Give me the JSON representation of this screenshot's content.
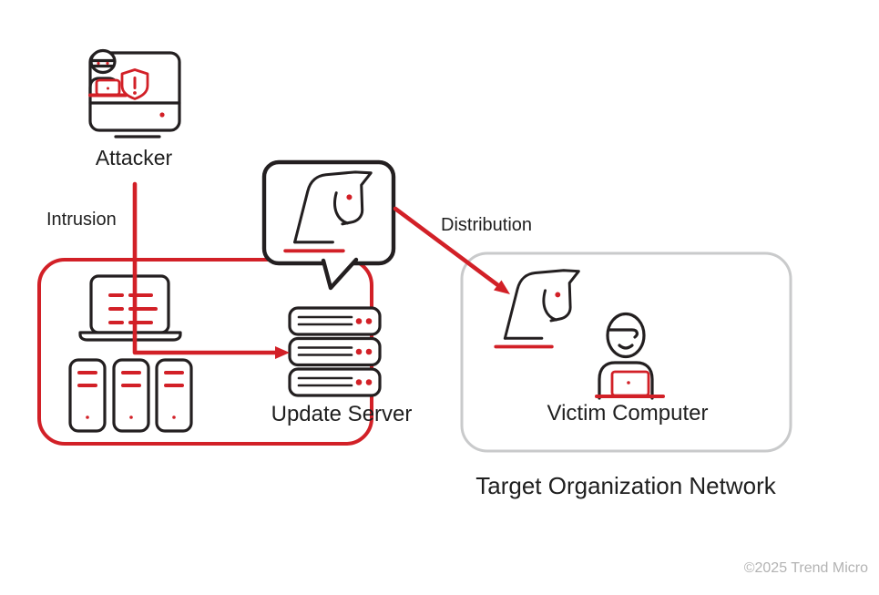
{
  "labels": {
    "attacker": "Attacker",
    "intrusion": "Intrusion",
    "distribution": "Distribution",
    "update_server": "Update Server",
    "victim_computer": "Victim Computer",
    "target_network": "Target Organization Network",
    "copyright": "©2025 Trend Micro"
  },
  "colors": {
    "red": "#d22027",
    "ink": "#231f20",
    "text": "#1f1f1f",
    "box_border": "#c9cacb",
    "muted": "#b3b3b3"
  },
  "icons": [
    "attacker-workstation-icon",
    "hacker-icon",
    "alert-shield-icon",
    "compromised-laptop-icon",
    "server-tower-icon",
    "update-server-stack-icon",
    "speech-bubble-icon",
    "trojan-horse-icon",
    "victim-user-icon"
  ]
}
